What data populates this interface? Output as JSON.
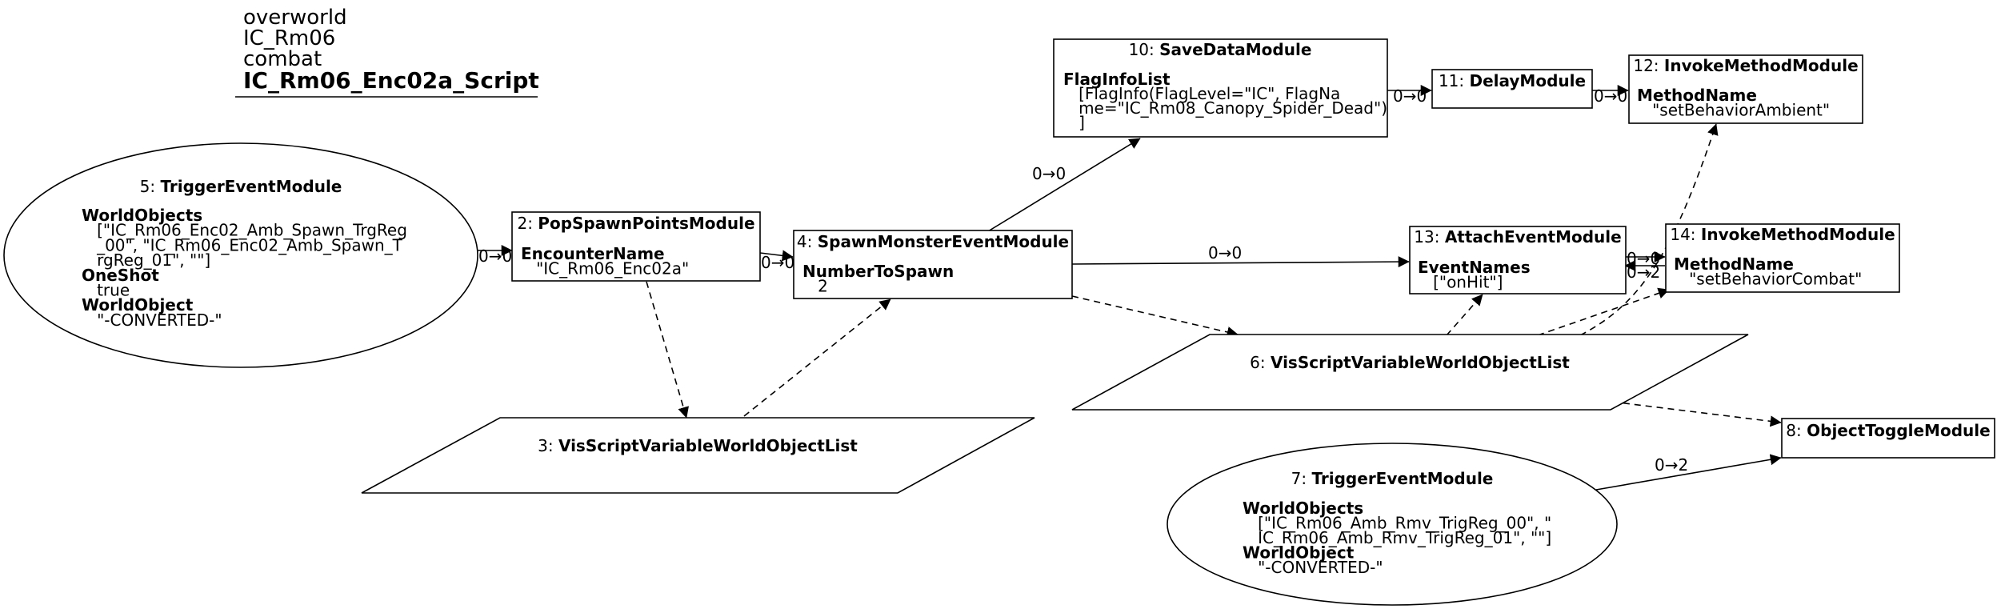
{
  "title": {
    "lines": [
      "overworld",
      "IC_Rm06",
      "combat"
    ],
    "script_name": "IC_Rm06_Enc02a_Script"
  },
  "nodes": {
    "n2": {
      "header_num": "2: ",
      "header_name": "PopSpawnPointsModule",
      "lines": [
        {
          "text": "EncounterName",
          "bold": true
        },
        {
          "text": "   \"IC_Rm06_Enc02a\"",
          "bold": false
        }
      ]
    },
    "n3": {
      "header_num": "3: ",
      "header_name": "VisScriptVariableWorldObjectList"
    },
    "n4": {
      "header_num": "4: ",
      "header_name": "SpawnMonsterEventModule",
      "lines": [
        {
          "text": "NumberToSpawn",
          "bold": true
        },
        {
          "text": "   2",
          "bold": false
        }
      ]
    },
    "n5": {
      "header_num": "5: ",
      "header_name": "TriggerEventModule",
      "lines": [
        {
          "text": "WorldObjects",
          "bold": true
        },
        {
          "text": "   [\"IC_Rm06_Enc02_Amb_Spawn_TrgReg",
          "bold": false
        },
        {
          "text": "   _00\", \"IC_Rm06_Enc02_Amb_Spawn_T",
          "bold": false
        },
        {
          "text": "   rgReg_01\", \"\"]",
          "bold": false
        },
        {
          "text": "OneShot",
          "bold": true
        },
        {
          "text": "   true",
          "bold": false
        },
        {
          "text": "WorldObject",
          "bold": true
        },
        {
          "text": "   \"-CONVERTED-\"",
          "bold": false
        }
      ]
    },
    "n6": {
      "header_num": "6: ",
      "header_name": "VisScriptVariableWorldObjectList"
    },
    "n7": {
      "header_num": "7: ",
      "header_name": "TriggerEventModule",
      "lines": [
        {
          "text": "WorldObjects",
          "bold": true
        },
        {
          "text": "   [\"IC_Rm06_Amb_Rmv_TrigReg_00\", \"",
          "bold": false
        },
        {
          "text": "   IC_Rm06_Amb_Rmv_TrigReg_01\", \"\"]",
          "bold": false
        },
        {
          "text": "WorldObject",
          "bold": true
        },
        {
          "text": "   \"-CONVERTED-\"",
          "bold": false
        }
      ]
    },
    "n8": {
      "header_num": "8: ",
      "header_name": "ObjectToggleModule"
    },
    "n10": {
      "header_num": "10: ",
      "header_name": "SaveDataModule",
      "lines": [
        {
          "text": "FlagInfoList",
          "bold": true
        },
        {
          "text": "   [FlagInfo(FlagLevel=\"IC\", FlagNa",
          "bold": false
        },
        {
          "text": "   me=\"IC_Rm08_Canopy_Spider_Dead\")",
          "bold": false
        },
        {
          "text": "   ]",
          "bold": false
        }
      ]
    },
    "n11": {
      "header_num": "11: ",
      "header_name": "DelayModule"
    },
    "n12": {
      "header_num": "12: ",
      "header_name": "InvokeMethodModule",
      "lines": [
        {
          "text": "MethodName",
          "bold": true
        },
        {
          "text": "   \"setBehaviorAmbient\"",
          "bold": false
        }
      ]
    },
    "n13": {
      "header_num": "13: ",
      "header_name": "AttachEventModule",
      "lines": [
        {
          "text": "EventNames",
          "bold": true
        },
        {
          "text": "   [\"onHit\"]",
          "bold": false
        }
      ]
    },
    "n14": {
      "header_num": "14: ",
      "header_name": "InvokeMethodModule",
      "lines": [
        {
          "text": "MethodName",
          "bold": true
        },
        {
          "text": "   \"setBehaviorCombat\"",
          "bold": false
        }
      ]
    }
  },
  "edge_labels": {
    "e5_2": "0→0",
    "e2_4": "0→0",
    "e4_10": "0→0",
    "e4_13": "0→0",
    "e10_11": "0→0",
    "e11_12": "0→0",
    "e13_14a": "0→0",
    "e13_14b": "0→2",
    "e7_8": "0→2"
  }
}
